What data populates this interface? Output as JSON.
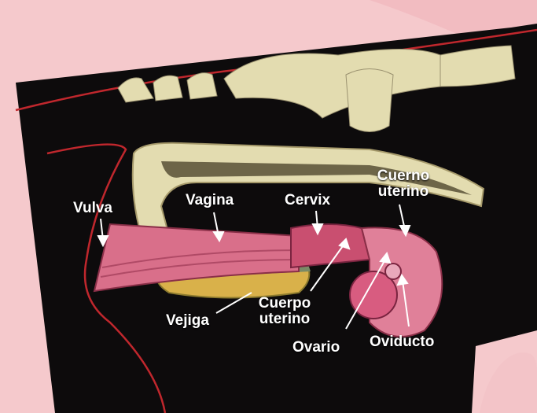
{
  "labels": {
    "vulva": "Vulva",
    "vagina": "Vagina",
    "cervix": "Cervix",
    "cuerno_uterino": "Cuerno uterino",
    "vejiga": "Vejiga",
    "cuerpo_uterino": "Cuerpo uterino",
    "ovario": "Ovario",
    "oviducto": "Oviducto"
  },
  "colors": {
    "background": "#f5c9cc",
    "panel": "#0d0b0c",
    "outline": "#c0272d",
    "bone": "#e3dcb0",
    "tract": "#d96f8a",
    "bladder": "#d9b14a",
    "text": "#ffffff"
  }
}
